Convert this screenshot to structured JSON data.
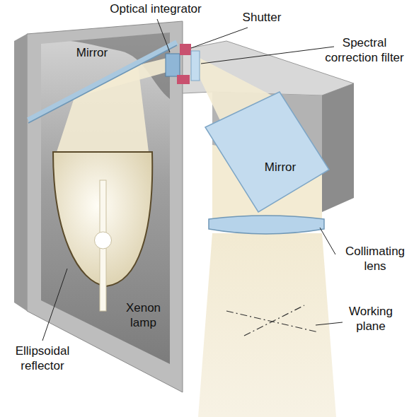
{
  "diagram": {
    "labels": [
      "Optical integrator",
      "Shutter",
      "Spectral correction filter",
      "Mirror",
      "Mirror",
      "Collimating lens",
      "Working plane",
      "Xenon lamp",
      "Ellipsoidal reflector"
    ]
  }
}
